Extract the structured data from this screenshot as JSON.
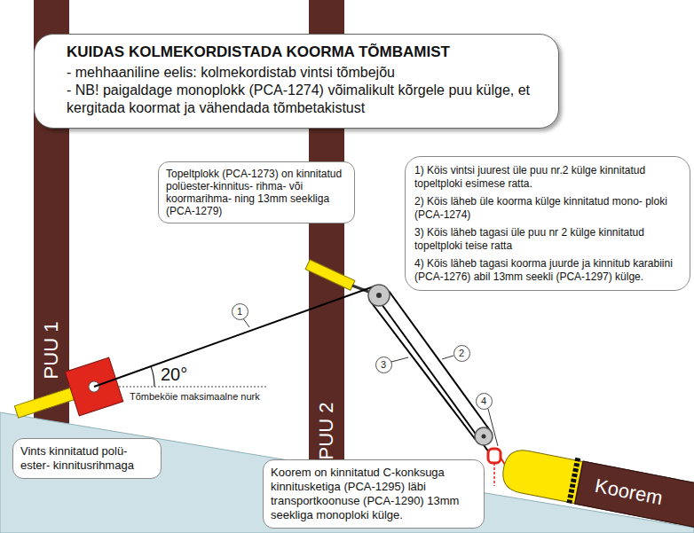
{
  "diagram": {
    "nodes": [
      {
        "text": [
          "KUIDAS KOLMEKORDISTADA KOORMA TÕMBAMIST",
          "- mehhaaniline eelis: kolmekordistab vintsi tõmbejõu",
          "- NB! paigaldage monoplokk (PCA-1274) võimalikult kõrgele puu külge, et kergitada koormat ja vähendada tõmbetakistust"
        ]
      },
      {
        "text": [
          "PUU 1"
        ]
      },
      {
        "text": [
          "PUU 2"
        ]
      },
      {
        "text": [
          "Topeltplokk (PCA-1273) on kinnitatud polüester-kinnitus- rihma- või koormarihma- ning 13mm seekliga (PCA-1279)"
        ]
      },
      {
        "text": [
          "1) Köis vintsi juurest üle puu nr.2 külge kinnitatud topeltploki esimese ratta.",
          "2) Köis läheb üle koorma külge kinnitatud mono- ploki (PCA-1274)",
          "3) Köis läheb tagasi üle puu nr 2 külge kinnitatud topeltploki teise ratta",
          "4) Köis läheb tagasi koorma juurde ja kinnitub karabiini (PCA-1276) abil 13mm seekli (PCA-1297) külge."
        ]
      },
      {
        "text": [
          "1"
        ]
      },
      {
        "text": [
          "2"
        ]
      },
      {
        "text": [
          "3"
        ]
      },
      {
        "text": [
          "4"
        ]
      },
      {
        "text": [
          "Vints kinnitatud polü- ester- kinnitusrihmaga"
        ]
      },
      {
        "text": [
          "Koorem on kinnitatud C-konksuga kinnitusketiga (PCA-1295) läbi transportkoonuse (PCA-1290) 13mm seekliga monoploki külge."
        ]
      },
      {
        "text": [
          "Koorem"
        ]
      }
    ],
    "labels": [
      "20°",
      "Tõmbeköie maksimaalne nurk"
    ]
  }
}
